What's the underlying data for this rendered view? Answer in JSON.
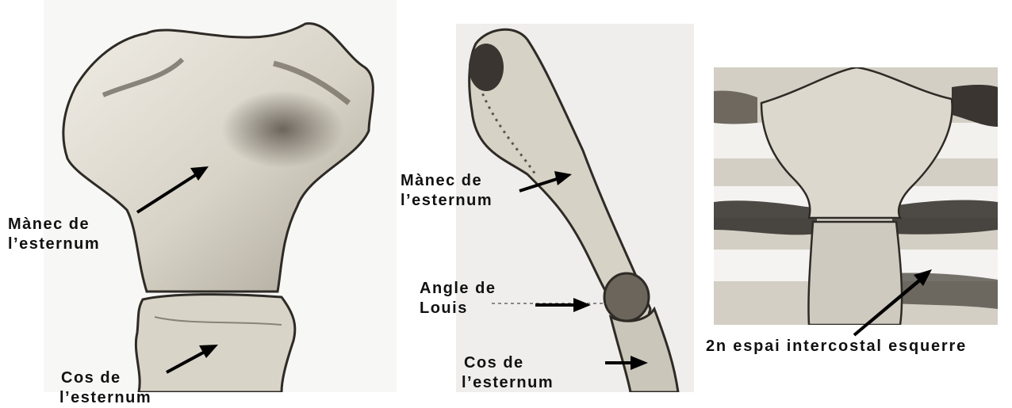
{
  "figure": {
    "panels": [
      {
        "id": "front-view",
        "labels": {
          "manubrium": [
            "Mànec de",
            "l’esternum"
          ],
          "body": [
            "Cos de",
            "l’esternum"
          ]
        }
      },
      {
        "id": "side-view",
        "labels": {
          "manubrium": [
            "Mànec de",
            "l’esternum"
          ],
          "angle": [
            "Angle de",
            "Louis"
          ],
          "body": [
            "Cos de",
            "l’esternum"
          ]
        }
      },
      {
        "id": "intercostal-view",
        "labels": {
          "space": "2n espai intercostal esquerre"
        }
      }
    ],
    "colors": {
      "bone_light": "#e6e2d8",
      "bone_mid": "#bdb7aa",
      "bone_dark": "#3a3530",
      "background_panel": "#ebebeb",
      "arrow": "#000000"
    }
  }
}
